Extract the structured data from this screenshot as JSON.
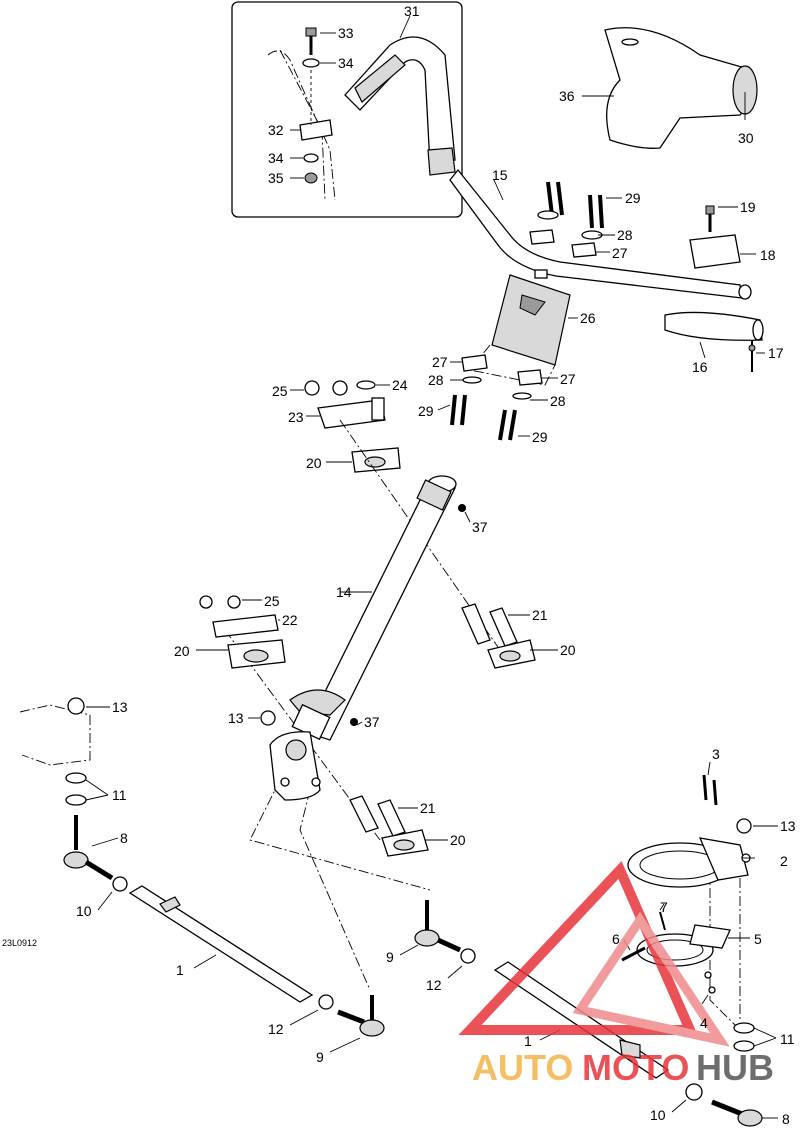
{
  "drawing_code": "23L0912",
  "watermark": {
    "part1": "AUTO",
    "part2": "MOTO",
    "part3": "HUB",
    "color_light": "#f4b347",
    "color_red": "#e8343a",
    "color_dark": "#555555"
  },
  "callouts": [
    {
      "id": "c31",
      "text": "31"
    },
    {
      "id": "c33",
      "text": "33"
    },
    {
      "id": "c34a",
      "text": "34"
    },
    {
      "id": "c32",
      "text": "32"
    },
    {
      "id": "c34b",
      "text": "34"
    },
    {
      "id": "c35",
      "text": "35"
    },
    {
      "id": "c36",
      "text": "36"
    },
    {
      "id": "c30",
      "text": "30"
    },
    {
      "id": "c15",
      "text": "15"
    },
    {
      "id": "c29a",
      "text": "29"
    },
    {
      "id": "c28a",
      "text": "28"
    },
    {
      "id": "c27a",
      "text": "27"
    },
    {
      "id": "c19",
      "text": "19"
    },
    {
      "id": "c18",
      "text": "18"
    },
    {
      "id": "c26",
      "text": "26"
    },
    {
      "id": "c16",
      "text": "16"
    },
    {
      "id": "c17",
      "text": "17"
    },
    {
      "id": "c25a",
      "text": "25"
    },
    {
      "id": "c24",
      "text": "24"
    },
    {
      "id": "c23",
      "text": "23"
    },
    {
      "id": "c27b",
      "text": "27"
    },
    {
      "id": "c28b",
      "text": "28"
    },
    {
      "id": "c27c",
      "text": "27"
    },
    {
      "id": "c28c",
      "text": "28"
    },
    {
      "id": "c29b",
      "text": "29"
    },
    {
      "id": "c29c",
      "text": "29"
    },
    {
      "id": "c20a",
      "text": "20"
    },
    {
      "id": "c37a",
      "text": "37"
    },
    {
      "id": "c14",
      "text": "14"
    },
    {
      "id": "c25b",
      "text": "25"
    },
    {
      "id": "c22",
      "text": "22"
    },
    {
      "id": "c21a",
      "text": "21"
    },
    {
      "id": "c20b",
      "text": "20"
    },
    {
      "id": "c20c",
      "text": "20"
    },
    {
      "id": "c13a",
      "text": "13"
    },
    {
      "id": "c13b",
      "text": "13"
    },
    {
      "id": "c37b",
      "text": "37"
    },
    {
      "id": "c11a",
      "text": "11"
    },
    {
      "id": "c21b",
      "text": "21"
    },
    {
      "id": "c20d",
      "text": "20"
    },
    {
      "id": "c8a",
      "text": "8"
    },
    {
      "id": "c3",
      "text": "3"
    },
    {
      "id": "c13c",
      "text": "13"
    },
    {
      "id": "c2",
      "text": "2"
    },
    {
      "id": "c10a",
      "text": "10"
    },
    {
      "id": "c7",
      "text": "7"
    },
    {
      "id": "c6",
      "text": "6"
    },
    {
      "id": "c5",
      "text": "5"
    },
    {
      "id": "c1a",
      "text": "1"
    },
    {
      "id": "c9a",
      "text": "9"
    },
    {
      "id": "c12a",
      "text": "12"
    },
    {
      "id": "c4",
      "text": "4"
    },
    {
      "id": "c12b",
      "text": "12"
    },
    {
      "id": "c9b",
      "text": "9"
    },
    {
      "id": "c1b",
      "text": "1"
    },
    {
      "id": "c11b",
      "text": "11"
    },
    {
      "id": "c10b",
      "text": "10"
    },
    {
      "id": "c8b",
      "text": "8"
    }
  ]
}
